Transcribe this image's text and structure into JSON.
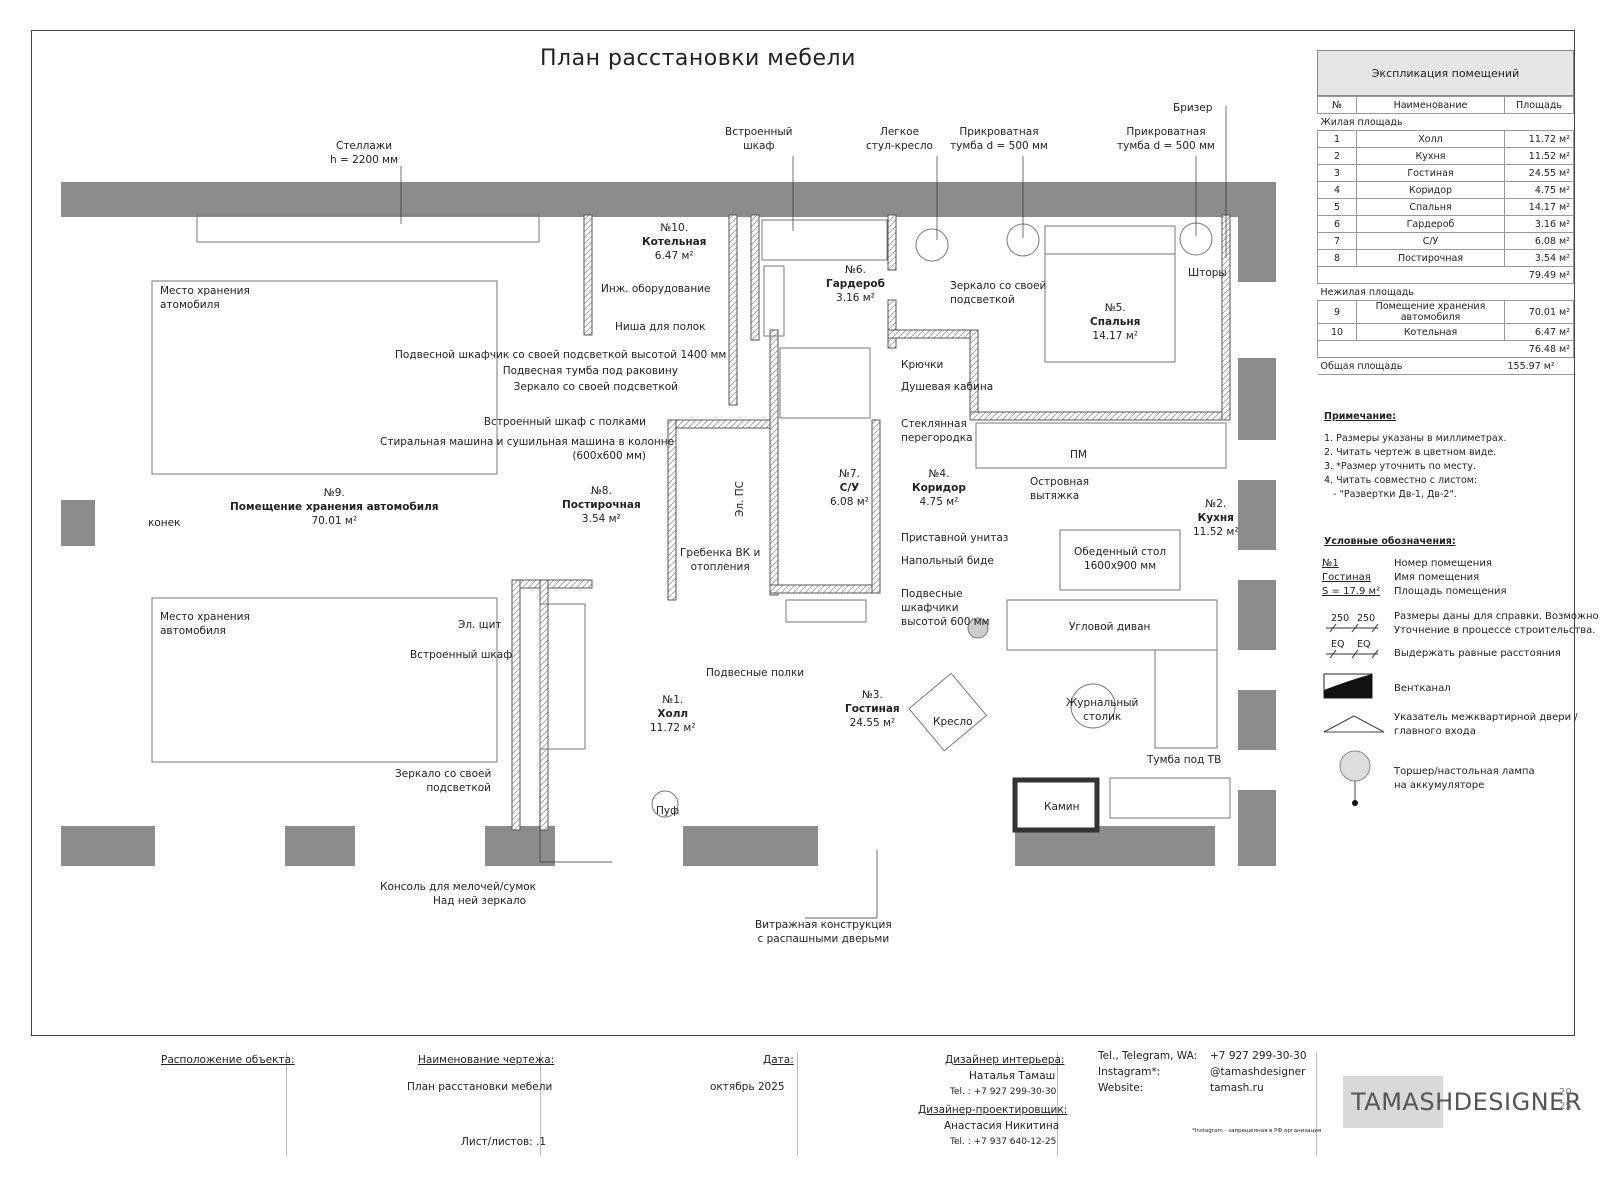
{
  "title": "План расстановки мебели",
  "plan_labels": {
    "shelves": "Стеллажи",
    "shelves_h": "h = 2200 мм",
    "builtin_wardrobe_top": "Встроенный\nшкаф",
    "light_chair": "Легкое\nстул-кресло",
    "bedside1": "Прикроватная\nтумба d = 500 мм",
    "bedside2": "Прикроватная\nтумба d = 500 мм",
    "breezer": "Бризер",
    "curtains": "Шторы",
    "car_storage1": "Место хранения\nатомобиля",
    "car_storage2": "Место хранения\nавтомобиля",
    "boiler_no": "№10.",
    "boiler_name": "Котельная",
    "boiler_area": "6.47 м²",
    "eng_equipment": "Инж. оборудование",
    "shelf_niche": "Ниша для полок",
    "wall_cabinet": "Подвесной шкафчик со своей подсветкой высотой 1400 мм",
    "sink_cabinet": "Подвесная тумба под раковину",
    "mirror_light": "Зеркало со своей подсветкой",
    "shelf_wardrobe": "Встроенный шкаф с полками",
    "washer": "Стиральная машина и сушильная машина в колонне",
    "washer_size": "(600х600 мм)",
    "dressing_no": "№6.",
    "dressing_name": "Гардероб",
    "dressing_area": "3.16 м²",
    "mirror_light2": "Зеркало со своей\nподсветкой",
    "bedroom_no": "№5.",
    "bedroom_name": "Спальня",
    "bedroom_area": "14.17 м²",
    "hooks": "Крючки",
    "shower": "Душевая кабина",
    "glass_partition": "Стеклянная\nперегородка",
    "island_hood": "Островная\nвытяжка",
    "pm": "ПМ",
    "garage_no": "№9.",
    "garage_name": "Помещение хранения автомобиля",
    "garage_area": "70.01 м²",
    "ridge": "конек",
    "laundry_no": "№8.",
    "laundry_name": "Постирочная",
    "laundry_area": "3.54 м²",
    "el_ps": "Эл. ПС",
    "bath_no": "№7.",
    "bath_name": "С/У",
    "bath_area": "6.08 м²",
    "corridor_no": "№4.",
    "corridor_name": "Коридор",
    "corridor_area": "4.75 м²",
    "kitchen_no": "№2.",
    "kitchen_name": "Кухня",
    "kitchen_area": "11.52 м²",
    "comb": "Гребенка ВК и\nотопления",
    "toilet": "Приставной унитаз",
    "bidet": "Напольный биде",
    "hanging_cabinets": "Подвесные\nшкафчики\nвысотой 600 мм",
    "dining_table": "Обеденный стол\n1600х900 мм",
    "el_panel": "Эл. щит",
    "builtin_wardrobe": "Встроенный шкаф",
    "hanging_shelves": "Подвесные полки",
    "corner_sofa": "Угловой диван",
    "hall_no": "№1.",
    "hall_name": "Холл",
    "hall_area": "11.72 м²",
    "living_no": "№3.",
    "living_name": "Гостиная",
    "living_area": "24.55 м²",
    "armchair": "Кресло",
    "coffee_table": "Журнальный\nстолик",
    "tv_stand": "Тумба под ТВ",
    "mirror_light3": "Зеркало со своей\nподсветкой",
    "pouf": "Пуф",
    "fireplace": "Камин",
    "console": "Консоль для мелочей/сумок\nНад ней зеркало",
    "stained_glass": "Витражная конструкция\nс распашными дверьми"
  },
  "explication": {
    "title": "Экспликация помещений",
    "cols": [
      "№",
      "Наименование",
      "Площадь"
    ],
    "living_header": "Жилая площадь",
    "living_rows": [
      [
        "1",
        "Холл",
        "11.72 м²"
      ],
      [
        "2",
        "Кухня",
        "11.52 м²"
      ],
      [
        "3",
        "Гостиная",
        "24.55 м²"
      ],
      [
        "4",
        "Коридор",
        "4.75 м²"
      ],
      [
        "5",
        "Спальня",
        "14.17 м²"
      ],
      [
        "6",
        "Гардероб",
        "3.16 м²"
      ],
      [
        "7",
        "С/У",
        "6.08 м²"
      ],
      [
        "8",
        "Постирочная",
        "3.54 м²"
      ]
    ],
    "living_total": "79.49 м²",
    "nonliving_header": "Нежилая площадь",
    "nonliving_rows": [
      [
        "9",
        "Помещение хранения автомобиля",
        "70.01 м²"
      ],
      [
        "10",
        "Котельная",
        "6.47 м²"
      ]
    ],
    "nonliving_total": "76.48 м²",
    "total_label": "Общая площадь",
    "total": "155.97 м²"
  },
  "notes": {
    "title": "Примечание:",
    "items": [
      "1.  Размеры указаны в миллиметрах.",
      "2.  Читать чертеж в цветном виде.",
      "3.  *Размер уточнить по месту.",
      "4.  Читать совместно с листом:",
      "   - \"Развертки Дв-1, Дв-2\"."
    ]
  },
  "legend": {
    "title": "Условные обозначения:",
    "sample_no": "№1",
    "sample_name": "Гостиная",
    "sample_area": "S = 17.9 м²",
    "room_no": "Номер помещения",
    "room_name": "Имя помещения",
    "room_area": "Площадь помещения",
    "dim_a": "250",
    "dim_b": "250",
    "dims_text": "Размеры даны для справки. Возможно\nУточнение в процессе строительства.",
    "eq": "EQ",
    "eq_text": "Выдержать равные расстояния",
    "vent": "Вентканал",
    "entrance": "Указатель межквартирной двери /\nглавного входа",
    "lamp": "Торшер/настольная лампа\nна аккумуляторе"
  },
  "stamp": {
    "location_label": "Расположение объекта:",
    "drawing_label": "Наименование чертежа:",
    "drawing_name": "План расстановки мебели",
    "sheet": "Лист/листов: .1",
    "date_label": "Дата:",
    "date": "октябрь 2025",
    "designer_label": "Дизайнер интерьера:",
    "designer_name": "Наталья Тамаш",
    "designer_tel": "Tel. :  +7 927 299-30-30",
    "project_label": "Дизайнер-проектировщик:",
    "project_name": "Анастасия Никитина",
    "project_tel": "Tel. :  +7 937 640-12-25",
    "contacts_label": "Tel., Telegram, WA:\nInstagram*:\nWebsite:",
    "contacts_value": "+7 927 299-30-30\n@tamashdesigner\ntamash.ru",
    "instagram_note": "*Instagram - запрещенная в РФ организация",
    "logo_text": "TAMASHDESIGNER",
    "logo_year": "20\n25"
  }
}
